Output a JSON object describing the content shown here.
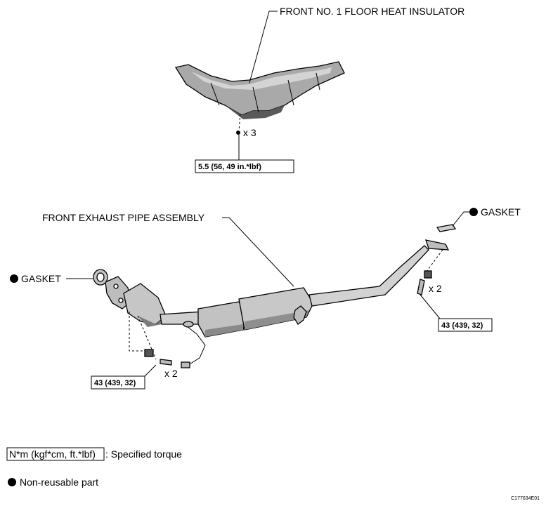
{
  "labels": {
    "floor_heat_insulator": "FRONT NO. 1 FLOOR HEAT INSULATOR",
    "front_exhaust_pipe": "FRONT EXHAUST PIPE ASSEMBLY",
    "gasket_left": "GASKET",
    "gasket_right": "GASKET"
  },
  "quantities": {
    "insulator_bolts": "x 3",
    "rear_bolts": "x 2",
    "front_bolts": "x 2"
  },
  "torques": {
    "insulator": "5.5 (56, 49 in.*lbf)",
    "rear_flange": "43 (439, 32)",
    "front_flange": "43 (439, 32)"
  },
  "legend": {
    "torque_unit": "N*m (kgf*cm, ft.*lbf)",
    "torque_desc": ": Specified torque",
    "non_reusable": "Non-reusable part"
  },
  "figure_id": "C177634E01"
}
